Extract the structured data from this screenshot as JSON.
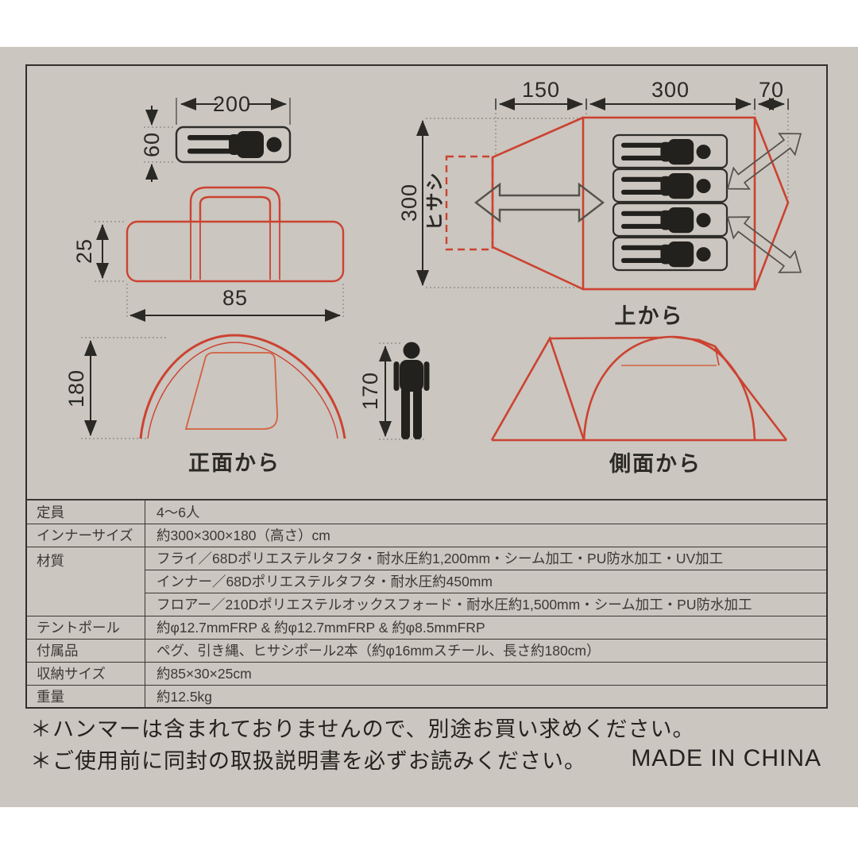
{
  "colors": {
    "background": "#cbc6bf",
    "line": "#33302b",
    "tent_red": "#cc4231",
    "tent_red_light": "#d4603f",
    "arrow_gray": "#55524c"
  },
  "diagrams": {
    "mat": {
      "width": "200",
      "height": "60"
    },
    "bag": {
      "height": "25",
      "width": "85"
    },
    "top_view": {
      "porch_depth": "150",
      "inner_width": "300",
      "rear_depth": "70",
      "side_depth": "300",
      "awning_label": "ヒサシ",
      "caption": "上から"
    },
    "front_view": {
      "height": "180",
      "caption": "正面から"
    },
    "person": {
      "height": "170"
    },
    "side_view": {
      "caption": "側面から"
    }
  },
  "table": {
    "rows": [
      {
        "label": "定員",
        "value": "4～6人"
      },
      {
        "label": "インナーサイズ",
        "value": "約300×300×180（高さ）cm"
      },
      {
        "label": "材質",
        "value": "フライ／68Dポリエステルタフタ・耐水圧約1,200mm・シーム加工・PU防水加工・UV加工"
      },
      {
        "label": "",
        "value": "インナー／68Dポリエステルタフタ・耐水圧約450mm"
      },
      {
        "label": "",
        "value": "フロアー／210Dポリエステルオックスフォード・耐水圧約1,500mm・シーム加工・PU防水加工"
      },
      {
        "label": "テントポール",
        "value": "約φ12.7mmFRP & 約φ12.7mmFRP & 約φ8.5mmFRP"
      },
      {
        "label": "付属品",
        "value": "ペグ、引き縄、ヒサシポール2本（約φ16mmスチール、長さ約180cm）"
      },
      {
        "label": "収納サイズ",
        "value": "約85×30×25cm"
      },
      {
        "label": "重量",
        "value": "約12.5kg"
      }
    ]
  },
  "notes": [
    "＊ハンマーは含まれておりませんので、別途お買い求めください。",
    "＊ご使用前に同封の取扱説明書を必ずお読みください。"
  ],
  "made_in": "MADE IN CHINA"
}
